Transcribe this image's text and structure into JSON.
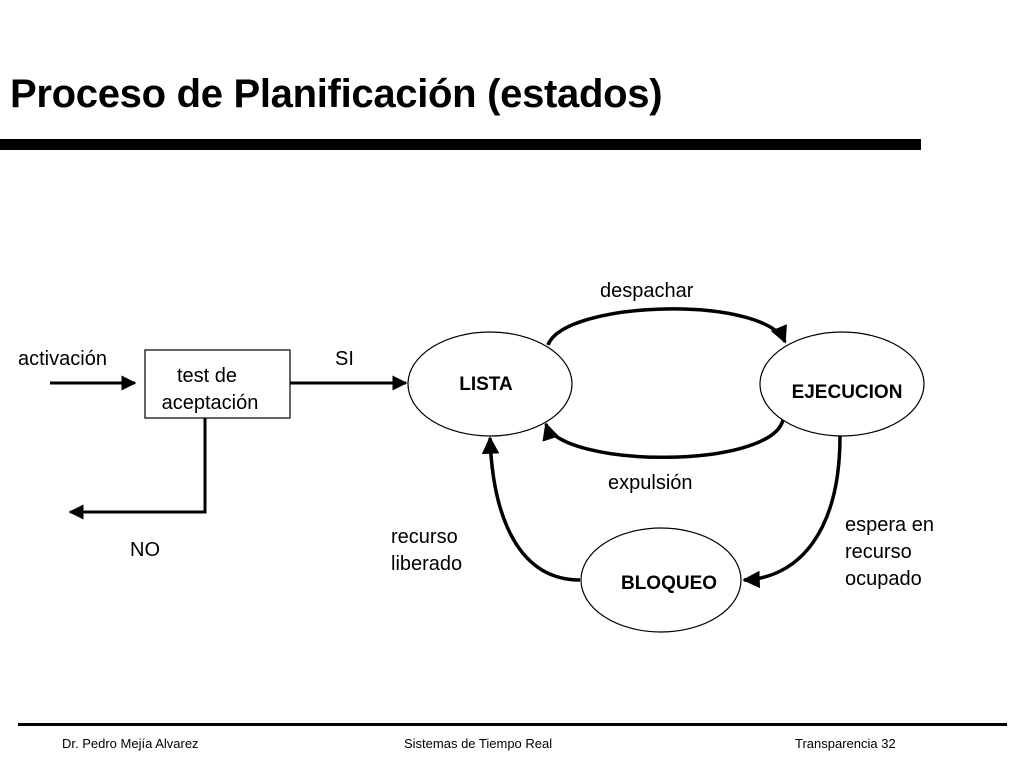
{
  "slide": {
    "title": "Proceso de Planificación (estados)"
  },
  "diagram": {
    "inputs": {
      "activacion": "activación",
      "si": "SI",
      "no": "NO"
    },
    "test_box": {
      "line1": "test de",
      "line2": "aceptación"
    },
    "states": {
      "lista": "LISTA",
      "ejecucion": "EJECUCION",
      "bloqueo": "BLOQUEO"
    },
    "transitions": {
      "despachar": "despachar",
      "expulsion": "expulsión",
      "recurso_liberado": [
        "recurso",
        "liberado"
      ],
      "espera_recurso": [
        "espera en",
        "recurso",
        "ocupado"
      ]
    }
  },
  "footer": {
    "author": "Dr. Pedro Mejía Alvarez",
    "course": "Sistemas de Tiempo Real",
    "page": "Transparencia 32"
  }
}
